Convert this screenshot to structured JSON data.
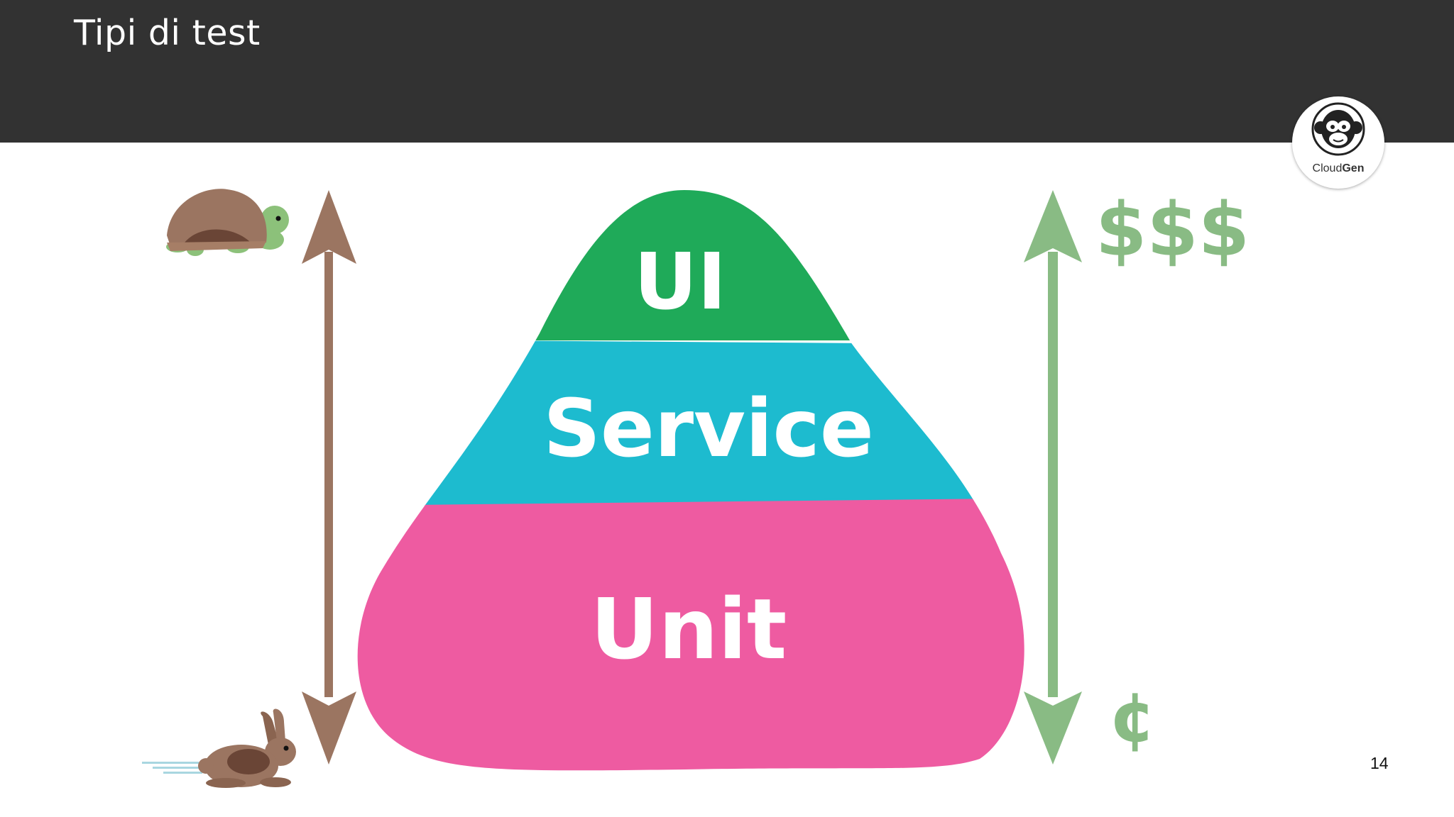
{
  "slide": {
    "title": "Tipi di test",
    "page_number": "14"
  },
  "logo": {
    "name_part1": "Cloud",
    "name_part2": "Gen"
  },
  "pyramid": {
    "layers": [
      {
        "label": "UI",
        "color": "#1faa59"
      },
      {
        "label": "Service",
        "color": "#1dbbcf"
      },
      {
        "label": "Unit",
        "color": "#ee5ba1"
      }
    ]
  },
  "speed_axis": {
    "color": "#9b7561",
    "top_icon": "turtle-icon",
    "bottom_icon": "rabbit-icon"
  },
  "cost_axis": {
    "color": "#89bb84",
    "top_label": "$$$",
    "bottom_label": "¢"
  },
  "colors": {
    "header": "#323232",
    "background": "#ffffff"
  }
}
